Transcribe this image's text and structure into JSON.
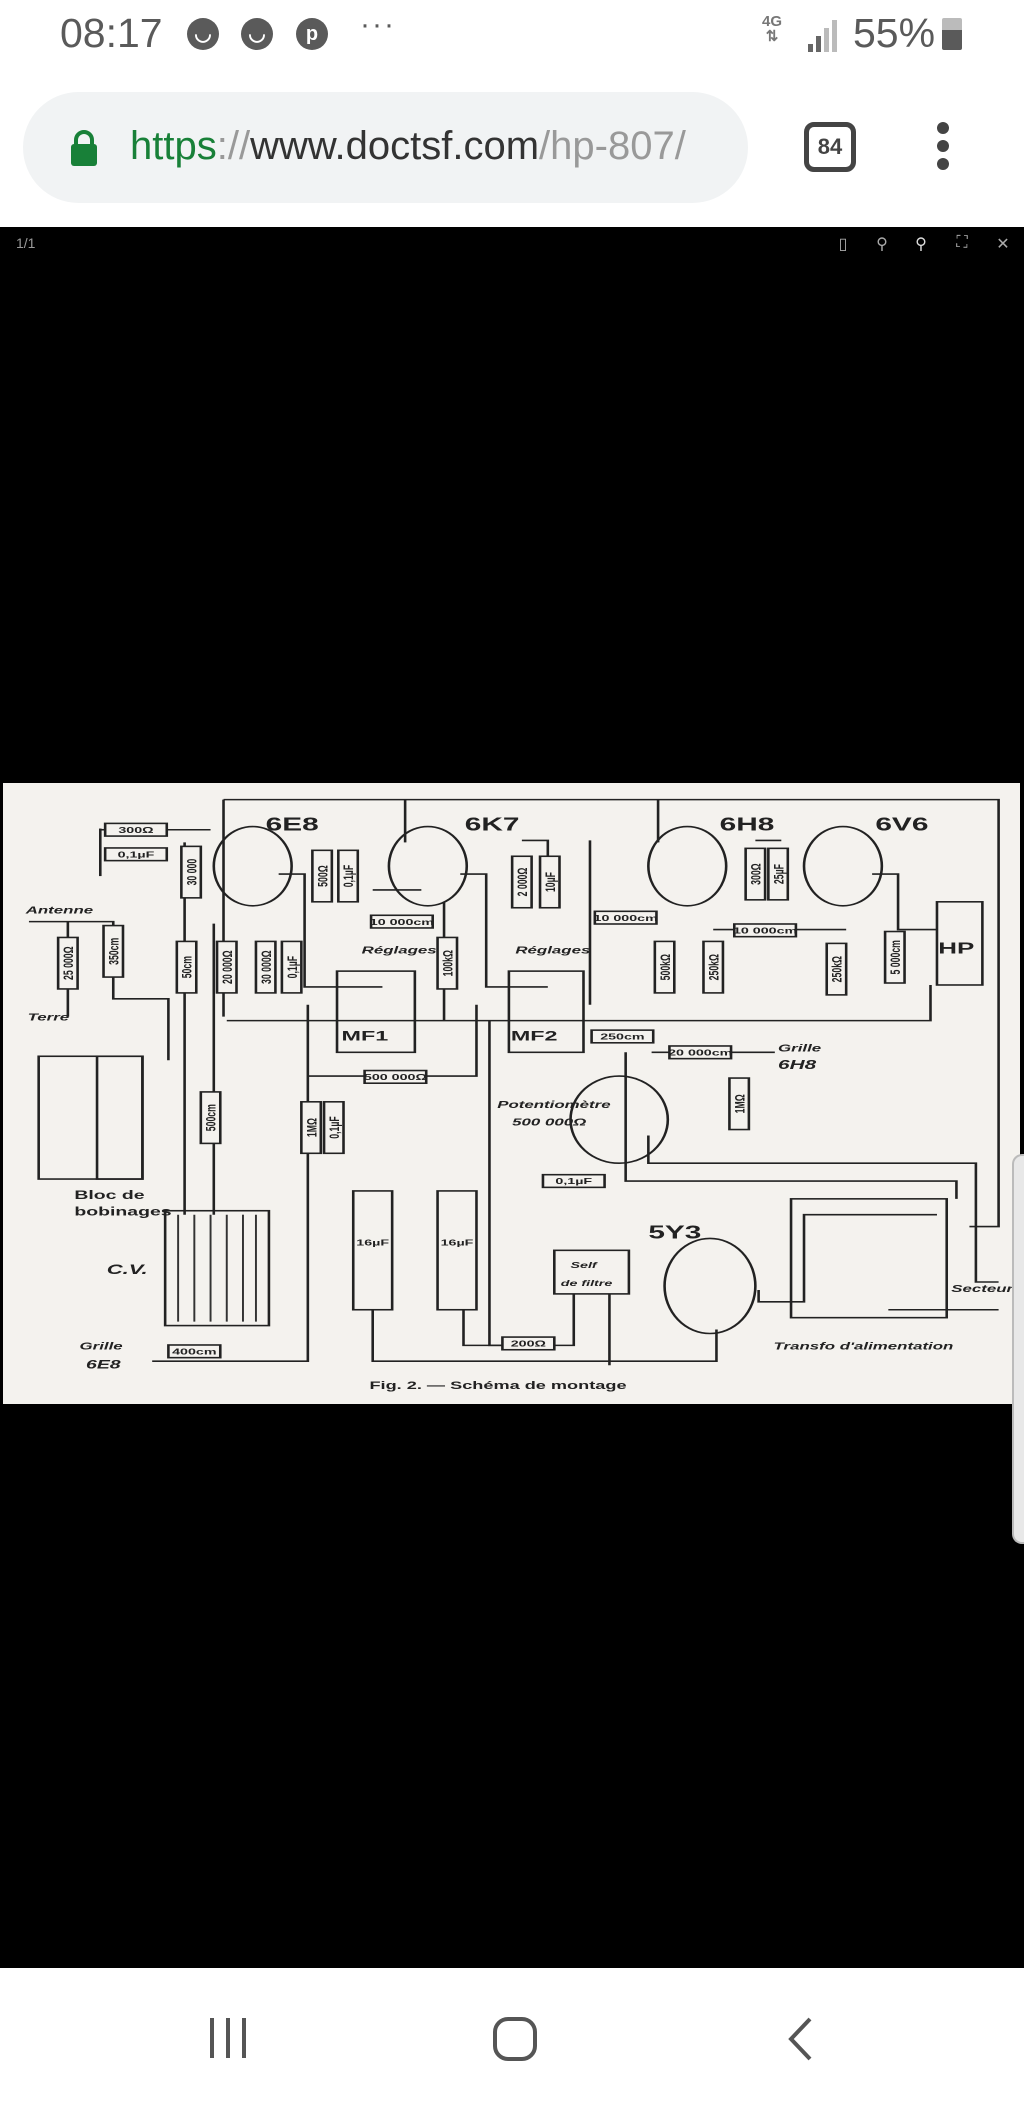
{
  "status_bar": {
    "time": "08:17",
    "network": "4G",
    "battery": "55%",
    "more": "···",
    "notification_icons": [
      "messenger-icon",
      "messenger-icon",
      "pinterest-icon"
    ]
  },
  "browser": {
    "url_scheme": "https",
    "url_sep": "://",
    "url_host": "www.doctsf.com",
    "url_path": "/hp-807/",
    "tab_count": "84"
  },
  "viewer": {
    "page_indicator": "1/1",
    "tools": [
      "fit-page-icon",
      "zoom-out-icon",
      "zoom-in-icon",
      "fullscreen-icon",
      "close-icon"
    ]
  },
  "schematic": {
    "caption": "Fig. 2. — Schéma de montage",
    "tubes": [
      "6E8",
      "6K7",
      "6H8",
      "6V6",
      "5Y3"
    ],
    "labels": [
      "300Ω",
      "0,1µF",
      "30 000",
      "25 000Ω",
      "350cm",
      "50cm",
      "20 000Ω",
      "30 000Ω",
      "0,1µF",
      "500Ω",
      "0,1µF",
      "10 000cm",
      "100kΩ",
      "2 000Ω",
      "10µF",
      "10 000cm",
      "500kΩ",
      "250kΩ",
      "300Ω",
      "25µF",
      "10 000cm",
      "250kΩ",
      "5 000cm",
      "250cm",
      "20 000cm",
      "1MΩ",
      "500 000Ω",
      "1MΩ",
      "0,1µF",
      "500cm",
      "0,1µF",
      "400cm",
      "200Ω",
      "16µF",
      "16µF"
    ],
    "text": {
      "antenne": "Antenne",
      "terre": "Terre",
      "reglages1": "Réglages",
      "reglages2": "Réglages",
      "mf1": "MF1",
      "mf2": "MF2",
      "hp": "HP",
      "grille_6h8_1": "Grille",
      "grille_6h8_2": "6H8",
      "pot1": "Potentiomètre",
      "pot2": "500 000Ω",
      "bloc1": "Bloc de",
      "bloc2": "bobinages",
      "cv": "C.V.",
      "grille_6e8_1": "Grille",
      "grille_6e8_2": "6E8",
      "self1": "Self",
      "self2": "de filtre",
      "secteur": "Secteur",
      "transfo": "Transfo d'alimentation"
    }
  },
  "nav_bar": {
    "buttons": [
      "recent-apps",
      "home",
      "back"
    ]
  }
}
